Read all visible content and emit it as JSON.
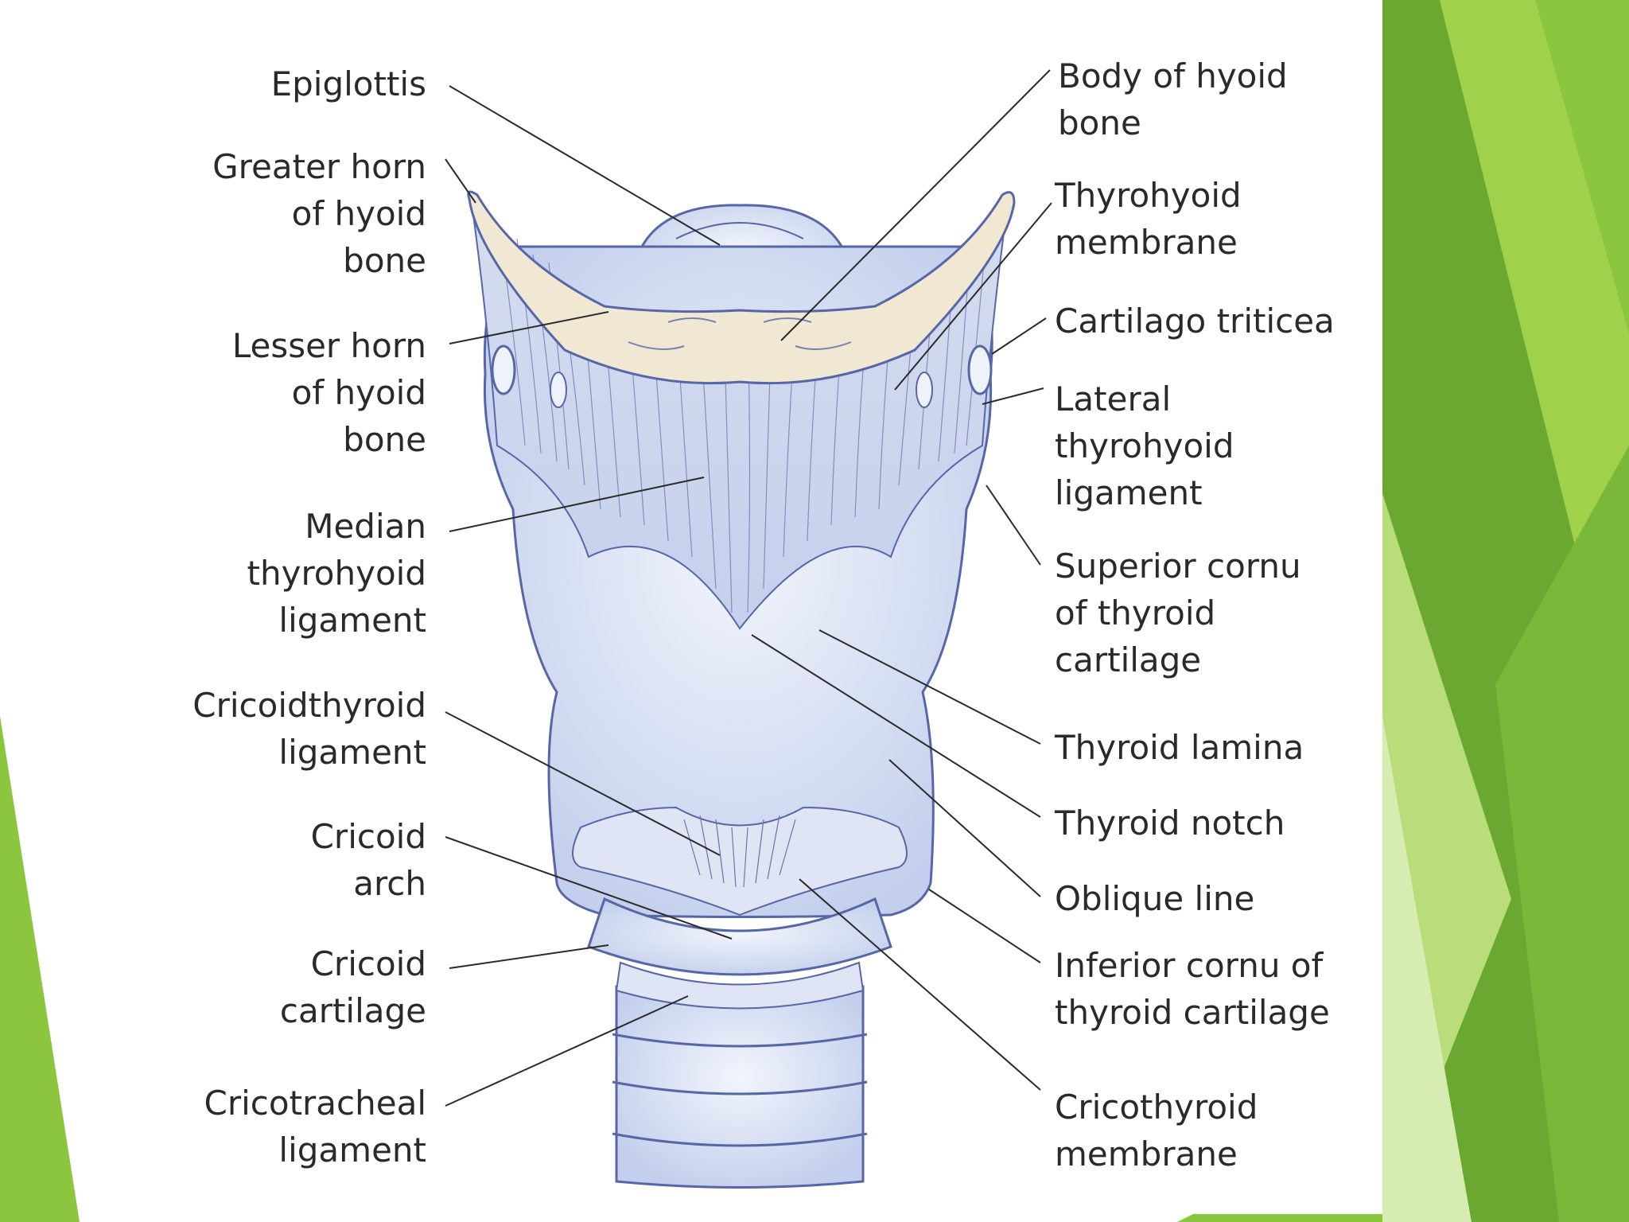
{
  "colors": {
    "background": "#ffffff",
    "cartilage_fill": "#c8d4ee",
    "cartilage_outline": "#5866a8",
    "hyoid_fill": "#f1e8d4",
    "leader_line": "#2b2b2b",
    "text": "#2a2a2a",
    "accent_green_light": "#9fcf4a",
    "accent_green": "#7ab83a",
    "accent_green_dark": "#5a9a2a"
  },
  "diagram": {
    "labels_left": [
      {
        "id": "epiglottis",
        "text": "Epiglottis"
      },
      {
        "id": "greater-horn",
        "text": "Greater horn\nof hyoid\nbone"
      },
      {
        "id": "lesser-horn",
        "text": "Lesser horn\nof hyoid\nbone"
      },
      {
        "id": "median-thyrohyoid",
        "text": "Median\nthyrohyoid\nligament"
      },
      {
        "id": "cricoidthyroid-lig",
        "text": "Cricoidthyroid\nligament"
      },
      {
        "id": "cricoid-arch",
        "text": "Cricoid\narch"
      },
      {
        "id": "cricoid-cartilage",
        "text": "Cricoid\ncartilage"
      },
      {
        "id": "cricotracheal",
        "text": "Cricotracheal\nligament"
      }
    ],
    "labels_right": [
      {
        "id": "body-hyoid",
        "text": "Body of hyoid\nbone"
      },
      {
        "id": "thyrohyoid-membrane",
        "text": "Thyrohyoid\nmembrane"
      },
      {
        "id": "cartilago-triticea",
        "text": "Cartilago triticea"
      },
      {
        "id": "lateral-thyrohyoid",
        "text": "Lateral\nthyrohyoid\nligament"
      },
      {
        "id": "superior-cornu",
        "text": "Superior cornu\nof thyroid\ncartilage"
      },
      {
        "id": "thyroid-lamina",
        "text": "Thyroid lamina"
      },
      {
        "id": "thyroid-notch",
        "text": "Thyroid notch"
      },
      {
        "id": "oblique-line",
        "text": "Oblique line"
      },
      {
        "id": "inferior-cornu",
        "text": "Inferior cornu of\nthyroid cartilage"
      },
      {
        "id": "cricothyroid-membrane",
        "text": "Cricothyroid\nmembrane"
      }
    ]
  }
}
